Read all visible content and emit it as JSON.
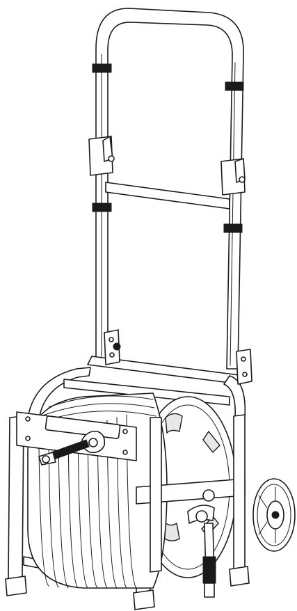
{
  "figure": {
    "subject": "hose-reel-cart",
    "colors": {
      "line": "#1a1a1a",
      "background": "#ffffff",
      "accent": "#e8e8e8"
    },
    "parts": [
      "handle-frame",
      "handle-clamp",
      "hose-reel-drum",
      "coiled-hose",
      "hose-guide-bracket",
      "hose-nozzle",
      "wheel",
      "frame-foot"
    ]
  }
}
